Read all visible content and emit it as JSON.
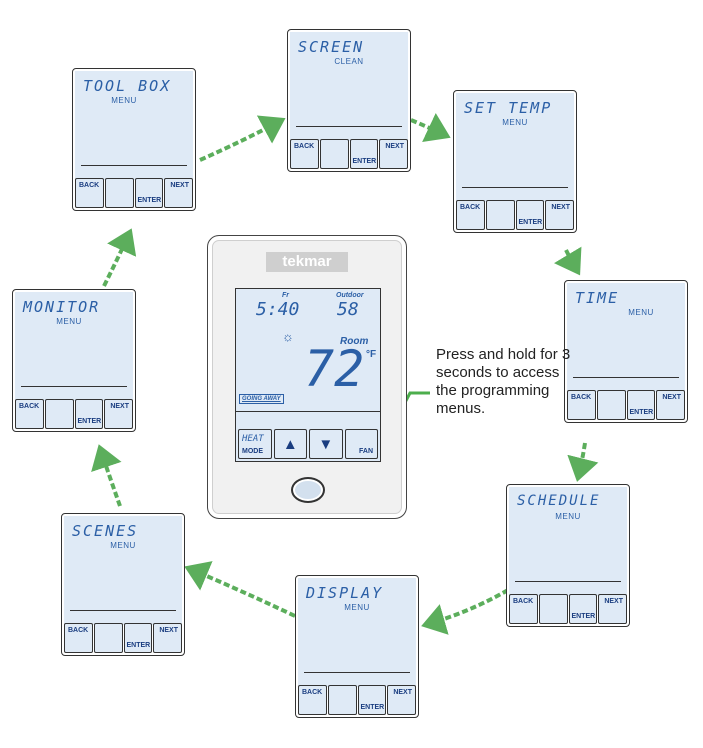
{
  "colors": {
    "lcd_background": "#dfeaf6",
    "lcd_text": "#2b5fa6",
    "connector_green": "#5cae5c",
    "callout_green": "#4cae4c"
  },
  "button_labels": {
    "back": "BACK",
    "enter": "ENTER",
    "next": "NEXT"
  },
  "menus": [
    {
      "id": "screen",
      "title": "SCREEN",
      "subtitle": "CLEAN"
    },
    {
      "id": "set-temp",
      "title": "SET TEMP",
      "subtitle": "MENU"
    },
    {
      "id": "time",
      "title": "TIME",
      "subtitle": "MENU"
    },
    {
      "id": "schedule",
      "title": "SCHEDULE",
      "subtitle": "MENU"
    },
    {
      "id": "display",
      "title": "DISPLAY",
      "subtitle": "MENU"
    },
    {
      "id": "scenes",
      "title": "SCENES",
      "subtitle": "MENU"
    },
    {
      "id": "monitor",
      "title": "MONITOR",
      "subtitle": "MENU"
    },
    {
      "id": "tool-box",
      "title": "TOOL BOX",
      "subtitle": "MENU"
    }
  ],
  "thermostat": {
    "brand": "tekmar",
    "time": "5:40",
    "time_label": "Fr",
    "outdoor_label": "Outdoor",
    "outdoor_temp": "58",
    "room_label": "Room",
    "room_temp": "72",
    "unit": "°F",
    "status": "GOING AWAY",
    "mode_top": "HEAT",
    "mode_label": "MODE",
    "fan_label": "FAN",
    "icons": {
      "sun": "sun-icon",
      "up": "up-arrow-icon",
      "down": "down-arrow-icon"
    }
  },
  "callout": {
    "text": "Press and hold for 3 seconds to access the programming menus."
  }
}
